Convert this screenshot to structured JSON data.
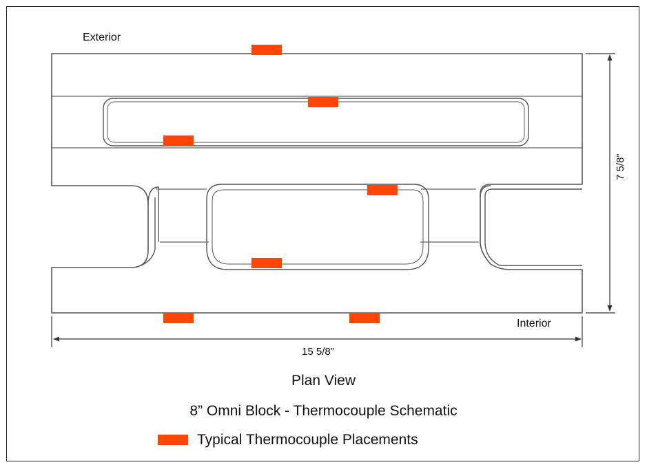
{
  "labels": {
    "exterior": "Exterior",
    "interior": "Interior",
    "width": "15 5/8”",
    "height": "7 5/8”"
  },
  "caption": {
    "view": "Plan View",
    "title": "8” Omni Block - Thermocouple Schematic"
  },
  "legend": {
    "label": "Typical Thermocouple Placements",
    "color": "#FF4500"
  },
  "colors": {
    "thermocouple": "#FF4500",
    "line": "#555555"
  },
  "thermocouple_count": 7
}
